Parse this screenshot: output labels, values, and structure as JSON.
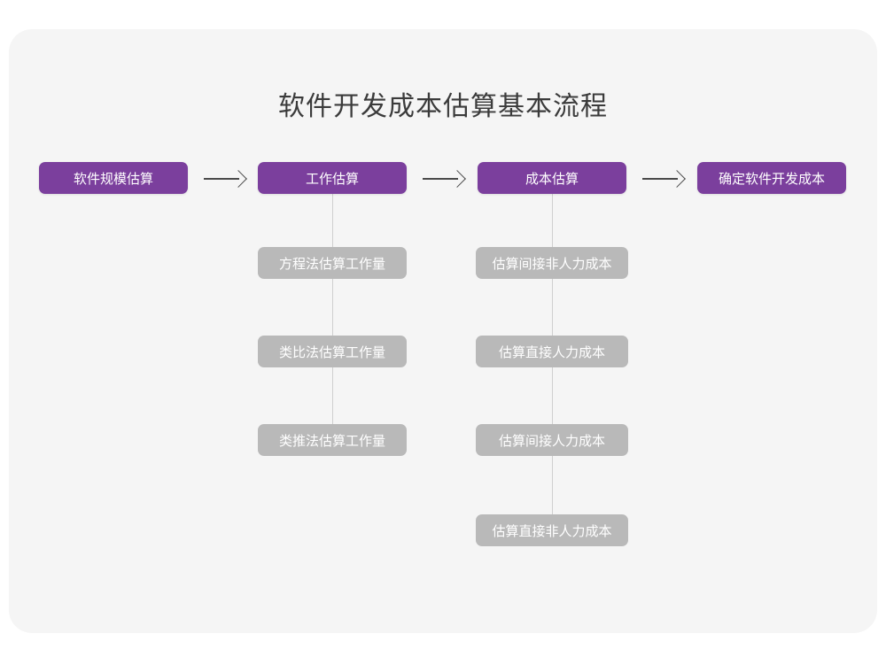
{
  "diagram": {
    "title": "软件开发成本估算基本流程",
    "colors": {
      "background": "#ffffff",
      "card": "#f5f5f5",
      "primary_node": "#7b3f9d",
      "secondary_node": "#b9b9b9",
      "node_text": "#ffffff",
      "title_text": "#3b3b3b",
      "connector_line": "#cfcfcf",
      "arrow": "#4a4a4a"
    },
    "main_flow": [
      {
        "id": "step-1",
        "label": "软件规模估算"
      },
      {
        "id": "step-2",
        "label": "工作估算"
      },
      {
        "id": "step-3",
        "label": "成本估算"
      },
      {
        "id": "step-4",
        "label": "确定软件开发成本"
      }
    ],
    "arrows": [
      {
        "id": "arrow-1",
        "from": "step-1",
        "to": "step-2",
        "glyph": "arrow-right-icon"
      },
      {
        "id": "arrow-2",
        "from": "step-2",
        "to": "step-3",
        "glyph": "arrow-right-icon"
      },
      {
        "id": "arrow-3",
        "from": "step-3",
        "to": "step-4",
        "glyph": "arrow-right-icon"
      }
    ],
    "sub_flows": [
      {
        "parent": "step-2",
        "parent_label": "工作估算",
        "items": [
          {
            "id": "work-1",
            "label": "方程法估算工作量"
          },
          {
            "id": "work-2",
            "label": "类比法估算工作量"
          },
          {
            "id": "work-3",
            "label": "类推法估算工作量"
          }
        ]
      },
      {
        "parent": "step-3",
        "parent_label": "成本估算",
        "items": [
          {
            "id": "cost-1",
            "label": "估算间接非人力成本"
          },
          {
            "id": "cost-2",
            "label": "估算直接人力成本"
          },
          {
            "id": "cost-3",
            "label": "估算间接人力成本"
          },
          {
            "id": "cost-4",
            "label": "估算直接非人力成本"
          }
        ]
      }
    ]
  }
}
